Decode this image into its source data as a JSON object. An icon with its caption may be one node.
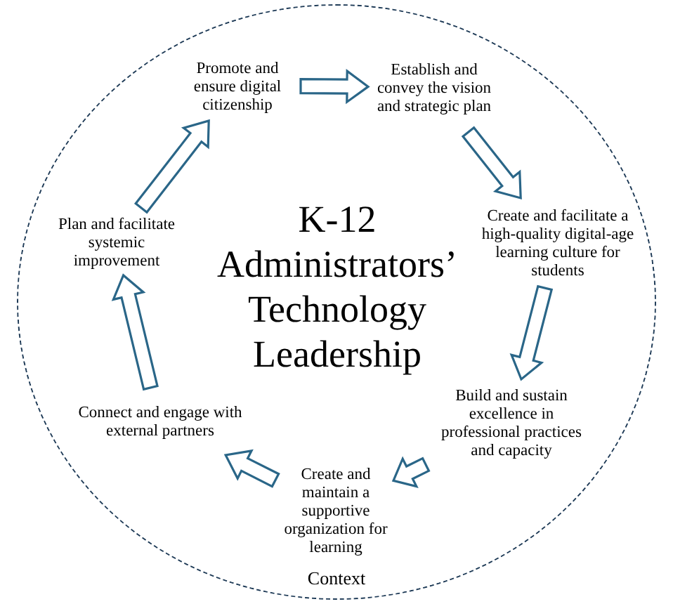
{
  "diagram": {
    "title": "K-12 Administrators’ Technology Leadership",
    "nodes": [
      {
        "text": [
          "Context"
        ]
      },
      {
        "text": [
          "Promote and ensure digital citizenship"
        ],
        "in": 0
      },
      {
        "text": [
          "Establish and convey the vision and strategic plan"
        ],
        "in": 0
      },
      {
        "text": [
          "Create and facilitate a high-quality digital-age learning culture for students"
        ],
        "in": 0
      },
      {
        "text": [
          "Build and sustain excellence in professional practices and capacity"
        ],
        "in": 0
      },
      {
        "text": [
          "Create and maintain a supportive organization for learning"
        ],
        "in": 0
      },
      {
        "text": [
          "Connect and engage with external partners"
        ],
        "in": 0
      },
      {
        "text": [
          "Plan and facilitate systemic improvement"
        ],
        "in": 0
      }
    ],
    "edges": [
      {
        "from": 1,
        "to": 2,
        "arrow": "to"
      },
      {
        "from": 2,
        "to": 3,
        "arrow": "to"
      },
      {
        "from": 3,
        "to": 4,
        "arrow": "to"
      },
      {
        "from": 4,
        "to": 5,
        "arrow": "to"
      },
      {
        "from": 5,
        "to": 6,
        "arrow": "to"
      },
      {
        "from": 6,
        "to": 7,
        "arrow": "to"
      },
      {
        "from": 7,
        "to": 1,
        "arrow": "to"
      }
    ]
  }
}
